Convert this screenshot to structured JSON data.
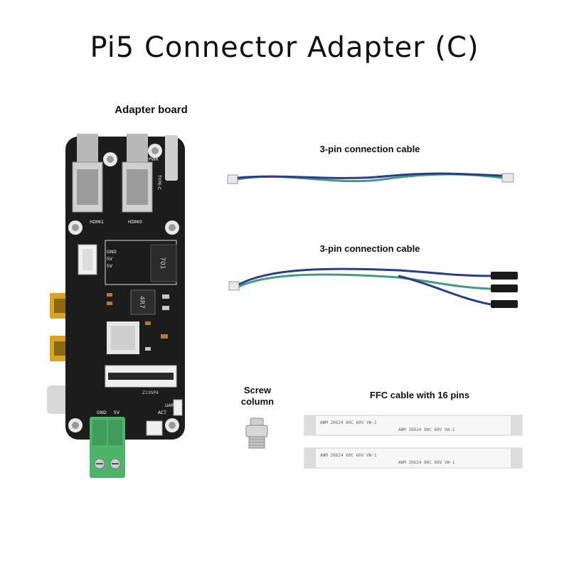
{
  "title": "Pi5 Connector Adapter (C)",
  "labels": {
    "board": "Adapter board",
    "cable1": "3-pin connection cable",
    "cable2": "3-pin connection cable",
    "screw_line1": "Screw",
    "screw_line2": "column",
    "ffc": "FFC cable with 16 pins"
  },
  "board_silkscreen": {
    "hdmi1": "HDMI1",
    "hdmi0": "HDMI0",
    "pwr": "PWR",
    "typec": "TYPE-C",
    "gnd": "GND",
    "5v_a": "5V",
    "5v_b": "5V",
    "chip": "701",
    "inductor": "4R7",
    "slot": "Z13SP4",
    "gnd_bottom": "GND",
    "5v_bottom": "5V",
    "uart": "UART",
    "act": "ACT"
  },
  "ffc_print": {
    "row_a": "AWM 20624 80C 60V VW-1",
    "row_b": "AWM 20624 80C 60V VW-1"
  },
  "colors": {
    "board": "#1c1c1c",
    "terminal": "#4cb56a",
    "gold": "#d9a521",
    "cable_blue": "#2c3c8c",
    "cable_green": "#3f9c86"
  }
}
